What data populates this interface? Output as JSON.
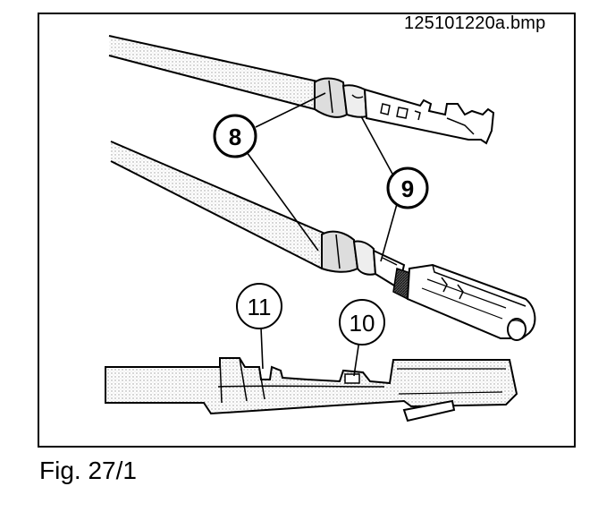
{
  "figure": {
    "filename": "125101220a.bmp",
    "caption": "Fig. 27/1"
  },
  "callouts": {
    "c8": "8",
    "c9": "9",
    "c10": "10",
    "c11": "11"
  },
  "colors": {
    "ink": "#000000",
    "paper": "#ffffff",
    "stipple": "#bdbdbd",
    "shade": "#8a8a8a"
  }
}
